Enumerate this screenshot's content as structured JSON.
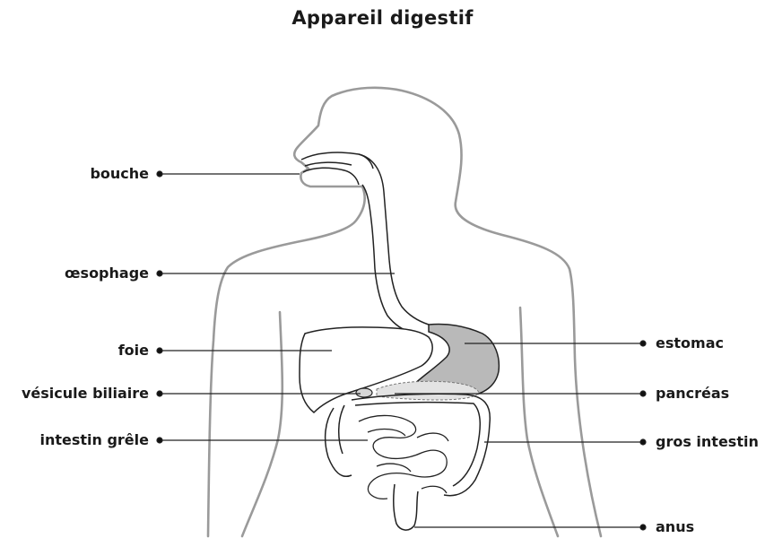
{
  "title": "Appareil digestif",
  "labels_left": [
    "bouche",
    "œsophage",
    "foie",
    "vésicule biliaire",
    "intestin grêle"
  ],
  "labels_right": [
    "estomac",
    "pancréas",
    "gros intestin",
    "anus"
  ]
}
